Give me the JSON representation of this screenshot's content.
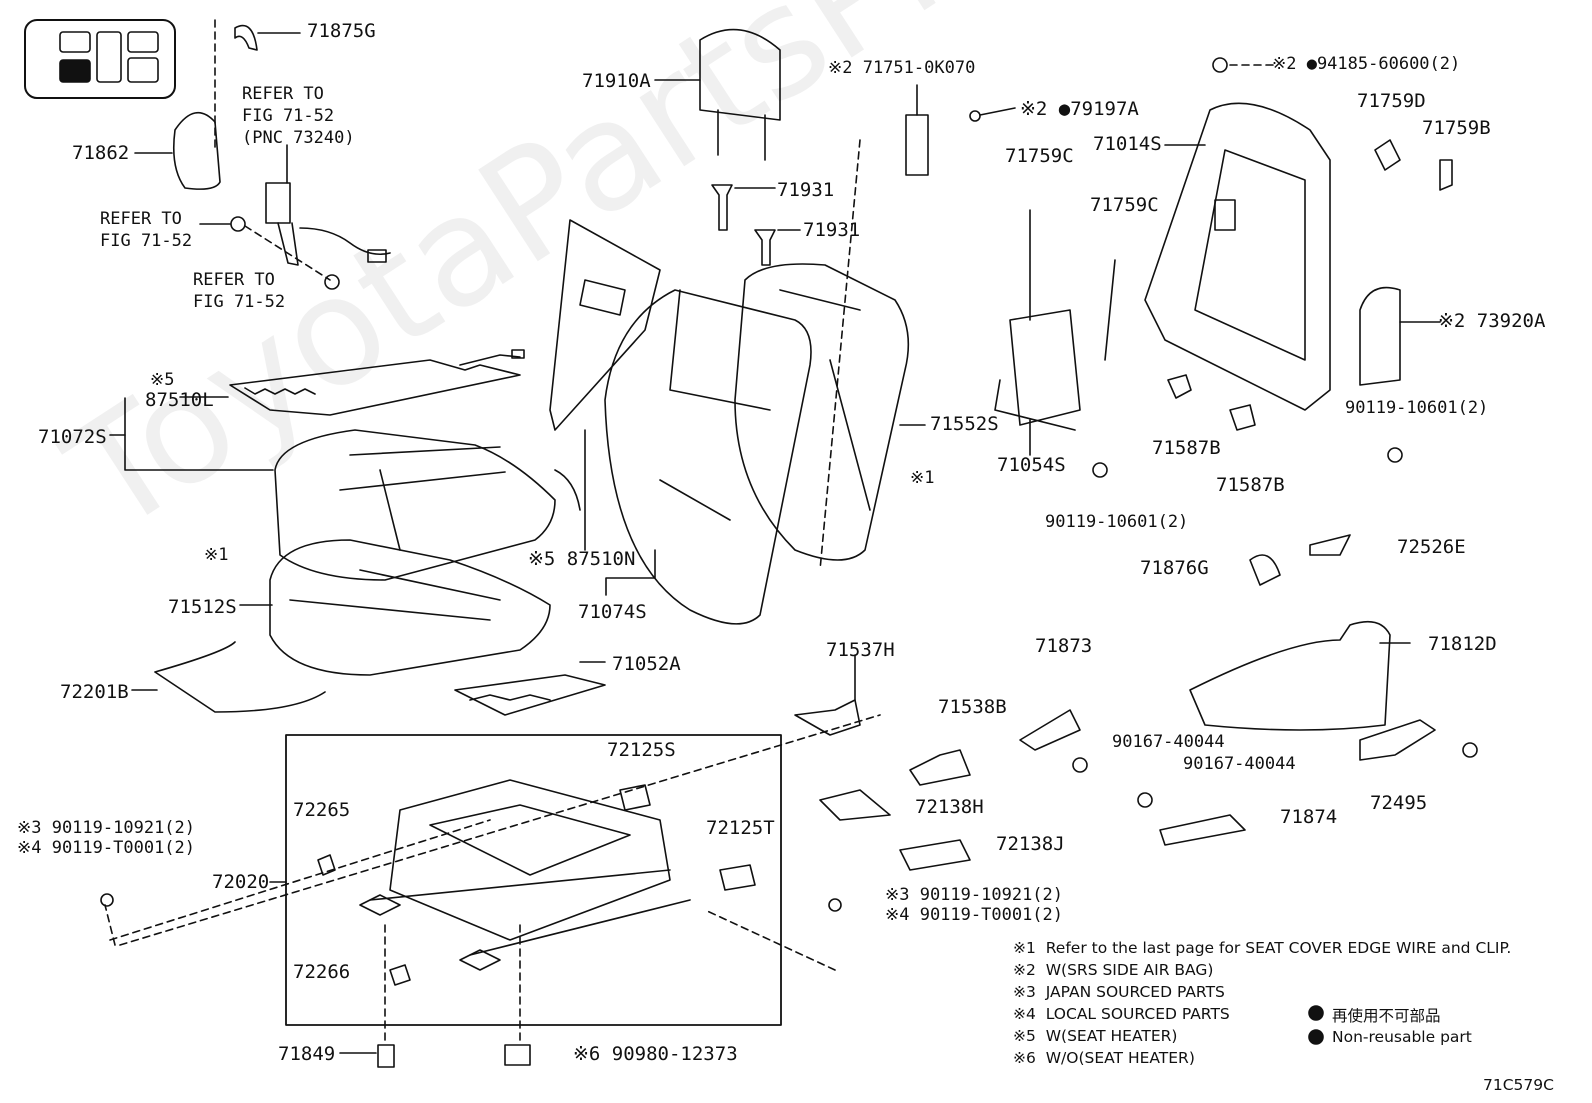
{
  "watermark": "ToyotaPartsPro.ru",
  "callouts": {
    "c71875G": "71875G",
    "c71862": "71862",
    "refer1_a": "REFER TO",
    "refer1_b": "FIG 71-52",
    "refer1_c": "(PNC 73240)",
    "refer2_a": "REFER TO",
    "refer2_b": "FIG 71-52",
    "refer3_a": "REFER TO",
    "refer3_b": "FIG 71-52",
    "c87510L_mark": "※5",
    "c87510L": "87510L",
    "c71072S": "71072S",
    "c71512S": "71512S",
    "c72201B": "72201B",
    "c71910A": "71910A",
    "c71931a": "71931",
    "c71931b": "71931",
    "c71751": "※2 71751-0K070",
    "c79197A": "※2 ●79197A",
    "c71759C_a": "71759C",
    "c71759C_b": "71759C",
    "c71014S": "71014S",
    "c94185": "※2 ●94185-60600(2)",
    "c71759D": "71759D",
    "c71759B": "71759B",
    "c73920A": "※2 73920A",
    "c90119_10601_a": "90119-10601(2)",
    "c71552S": "71552S",
    "c71054S": "71054S",
    "c90119_10601_b": "90119-10601(2)",
    "c71587B_a": "71587B",
    "c71587B_b": "71587B",
    "c87510N": "※5 87510N",
    "c71074S": "71074S",
    "c71052A": "71052A",
    "mark1_a": "※1",
    "mark1_b": "※1",
    "c71876G": "71876G",
    "c72526E": "72526E",
    "c71812D": "71812D",
    "c71537H": "71537H",
    "c71873": "71873",
    "c71538B": "71538B",
    "c90167_a": "90167-40044",
    "c90167_b": "90167-40044",
    "c72125S": "72125S",
    "c72265": "72265",
    "c72125T": "72125T",
    "c72138H": "72138H",
    "c72138J": "72138J",
    "c71874": "71874",
    "c72495": "72495",
    "c72020": "72020",
    "c72266": "72266",
    "c71849": "71849",
    "c90980": "※6 90980-12373",
    "left_bolt_a": "※3 90119-10921(2)",
    "left_bolt_b": "※4 90119-T0001(2)",
    "mid_bolt_a": "※3 90119-10921(2)",
    "mid_bolt_b": "※4 90119-T0001(2)"
  },
  "legend": [
    {
      "mark": "※1",
      "text": "Refer to the last page for SEAT COVER EDGE WIRE and CLIP."
    },
    {
      "mark": "※2",
      "text": "W(SRS SIDE AIR BAG)"
    },
    {
      "mark": "※3",
      "text": "JAPAN SOURCED PARTS"
    },
    {
      "mark": "※4",
      "text": "LOCAL SOURCED PARTS"
    },
    {
      "mark": "※5",
      "text": "W(SEAT HEATER)"
    },
    {
      "mark": "※6",
      "text": "W/O(SEAT HEATER)"
    }
  ],
  "nonreusable": {
    "jp": "再使用不可部品",
    "en": "Non-reusable part"
  },
  "figure_code": "71C579C"
}
